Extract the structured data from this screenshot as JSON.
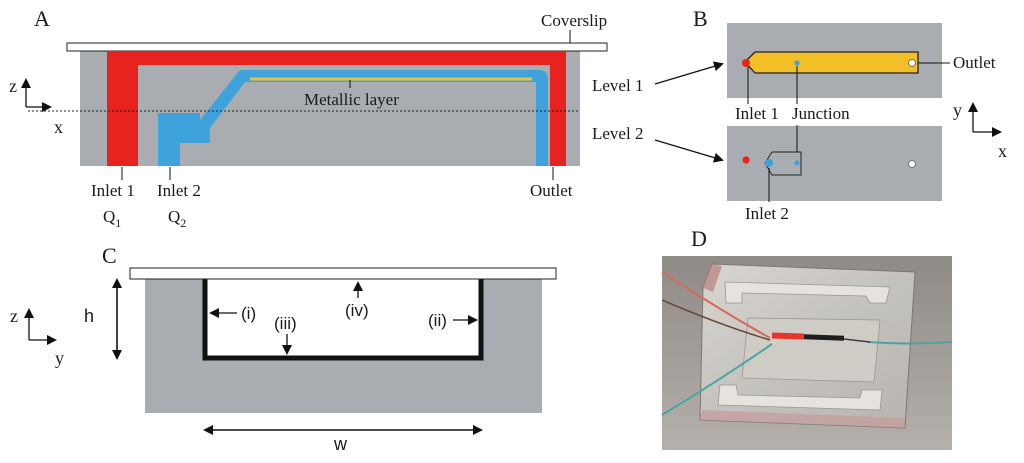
{
  "colors": {
    "body_gray": "#a9acb0",
    "red_channel": "#e8231f",
    "blue_channel": "#3ea2dc",
    "metallic_yellow": "#f3bf27",
    "coverslip_white": "#ffffff",
    "outline": "#222222"
  },
  "panel_a": {
    "letter": "A",
    "coverslip": "Coverslip",
    "metallic_layer": "Metallic layer",
    "inlet1": "Inlet 1",
    "q1": "Q",
    "q1_sub": "1",
    "inlet2": "Inlet 2",
    "q2": "Q",
    "q2_sub": "2",
    "outlet": "Outlet",
    "axis_v": "z",
    "axis_h": "x"
  },
  "panel_b": {
    "letter": "B",
    "level1": "Level 1",
    "level2": "Level 2",
    "inlet1": "Inlet 1",
    "junction": "Junction",
    "outlet": "Outlet",
    "inlet2": "Inlet 2",
    "axis_v": "y",
    "axis_h": "x"
  },
  "panel_c": {
    "letter": "C",
    "label_i": "(i)",
    "label_ii": "(ii)",
    "label_iii": "(iii)",
    "label_iv": "(iv)",
    "h": "h",
    "w": "w",
    "axis_v": "z",
    "axis_h": "y"
  },
  "panel_d": {
    "letter": "D",
    "photo_icon": "microfluidic-device-photo"
  }
}
